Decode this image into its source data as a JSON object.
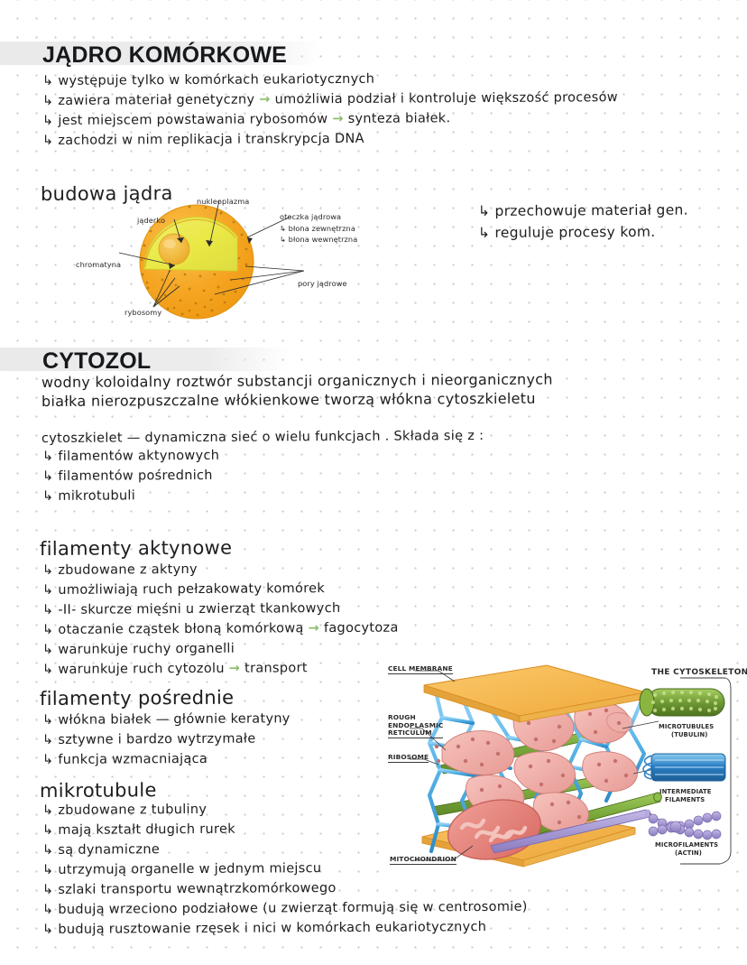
{
  "page": {
    "background": "#ffffff",
    "grid_dot_color": "#c9c9cf",
    "ink_color": "#1d1d20",
    "accent_green": "#8cbd6d",
    "highlight_grey": "#ececec"
  },
  "sections": [
    {
      "id": "nucleus",
      "heading": "JĄDRO KOMÓRKOWE",
      "bullets": [
        {
          "marker": "↳",
          "text": "występuje tylko w  komórkach eukariotycznych",
          "note": "",
          "arrow": false
        },
        {
          "marker": "↳",
          "text": "zawiera  materiał  genetyczny",
          "note": "umożliwia  podział i kontroluje  większość  procesów",
          "arrow": true
        },
        {
          "marker": "↳",
          "text": "jest miejscem  powstawania  rybosomów",
          "note": "synteza  białek.",
          "arrow": true
        },
        {
          "marker": "↳",
          "text": "zachodzi w nim replikacja i transkrypcja  DNA",
          "note": "",
          "arrow": false
        }
      ],
      "side_notes": [
        {
          "marker": "↳",
          "text": "przechowuje  materiał gen."
        },
        {
          "marker": "↳",
          "text": "reguluje procesy kom."
        }
      ]
    },
    {
      "id": "cytozol",
      "heading": "CYTOZOL",
      "paragraph": [
        "wodny  koloidalny  roztwór  substancji organicznych i nieorganicznych",
        "białka nierozpuszczalne włókienkowe  tworzą włókna cytoszkieletu"
      ],
      "definition": "cytoszkielet — dynamiczna sieć o wielu funkcjach . Składa się z :",
      "components": [
        {
          "marker": "↳",
          "text": "filamentów aktynowych"
        },
        {
          "marker": "↳",
          "text": "filamentów  pośrednich"
        },
        {
          "marker": "↳",
          "text": "mikrotubuli"
        }
      ]
    }
  ],
  "figures": {
    "nucleus": {
      "title": "budowa jądra",
      "labels": {
        "nucleoplasm": "nukleoplazma",
        "nucleolus": "jąderko",
        "envelope": "otoczka  jądrowa",
        "envelope_sub1": "↳ błona zewnętrzna",
        "envelope_sub2": "↳ błona wewnętrzna",
        "chromatin": "chromatyna",
        "pores": "pory jądrowe",
        "ribosomes": "rybosomy"
      },
      "colors": {
        "outer": "#f5a623",
        "outer_light": "#f7b23c",
        "nucleoplasm": "#e8e838",
        "nucleoplasm_2": "#ece94a",
        "nucleolus": "#f0b73a",
        "dots": "#b97a10"
      }
    },
    "cytoskeleton": {
      "title": "THE CYTOSKELETON",
      "callouts": [
        "CELL MEMBRANE",
        "ROUGH\nENDOPLASMIC\nRETICULUM",
        "RIBOSOME",
        "MITOCHONDRION"
      ],
      "legend": [
        {
          "name": "MICROTUBULES",
          "sub": "(TUBULIN)",
          "color": "#6f9a34"
        },
        {
          "name": "INTERMEDIATE",
          "sub": "FILAMENTS",
          "color": "#2b7fc4"
        },
        {
          "name": "MICROFILAMENTS",
          "sub": "(ACTIN)",
          "color": "#9b8ec9"
        }
      ]
    }
  },
  "filaments": {
    "actin": {
      "heading": "filamenty aktynowe",
      "bullets": [
        {
          "marker": "↳",
          "text": "zbudowane  z  aktyny",
          "note": "",
          "arrow": false
        },
        {
          "marker": "↳",
          "text": "umożliwiają  ruch pełzakowaty komórek",
          "note": "",
          "arrow": false
        },
        {
          "marker": "↳",
          "text": "-II-  skurcze  mięśni u  zwierząt tkankowych",
          "note": "",
          "arrow": false
        },
        {
          "marker": "↳",
          "text": "otaczanie   cząstek błoną komórkową",
          "note": "fagocytoza",
          "arrow": true
        },
        {
          "marker": "↳",
          "text": "warunkuje  ruchy organelli",
          "note": "",
          "arrow": false
        },
        {
          "marker": "↳",
          "text": "warunkuje  ruch cytozolu",
          "note": "transport",
          "arrow": true
        }
      ]
    },
    "intermediate": {
      "heading": "filamenty  pośrednie",
      "bullets": [
        {
          "marker": "↳",
          "text": "włókna  białek — głównie keratyny",
          "note": "",
          "arrow": false
        },
        {
          "marker": "↳",
          "text": "sztywne i bardzo  wytrzymałe",
          "note": "",
          "arrow": false
        },
        {
          "marker": "↳",
          "text": "funkcja wzmacniająca",
          "note": "",
          "arrow": false
        }
      ]
    },
    "microtubules": {
      "heading": "mikrotubule",
      "bullets": [
        {
          "marker": "↳",
          "text": "zbudowane z tubuliny",
          "note": "",
          "arrow": false
        },
        {
          "marker": "↳",
          "text": "mają kształt długich  rurek",
          "note": "",
          "arrow": false
        },
        {
          "marker": "↳",
          "text": "są dynamiczne",
          "note": "",
          "arrow": false
        },
        {
          "marker": "↳",
          "text": "utrzymują  organelle  w jednym  miejscu",
          "note": "",
          "arrow": false
        },
        {
          "marker": "↳",
          "text": "szlaki transportu wewnątrzkomórkowego",
          "note": "",
          "arrow": false
        },
        {
          "marker": "↳",
          "text": "budują  wrzeciono podziałowe (u zwierząt formują się w centrosomie)",
          "note": "",
          "arrow": false
        },
        {
          "marker": "↳",
          "text": "budują rusztowanie  rzęsek i nici w komórkach  eukariotycznych",
          "note": "",
          "arrow": false
        }
      ]
    }
  }
}
